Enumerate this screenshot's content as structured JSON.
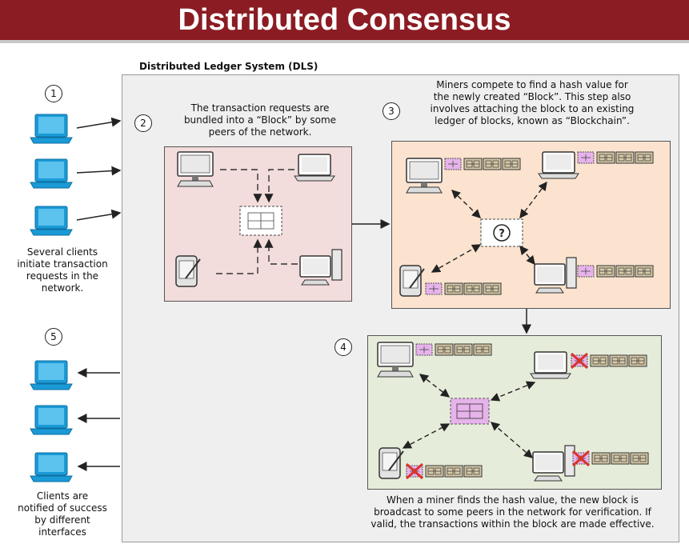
{
  "header": {
    "title": "Distributed Consensus",
    "bg_color": "#8b1c23"
  },
  "dls_label": "Distributed Ledger System (DLS)",
  "steps": {
    "s1": "1",
    "s2": "2",
    "s3": "3",
    "s4": "4",
    "s5": "5"
  },
  "clients_initiate": [
    "Several clients",
    "initiate transaction",
    "requests in the",
    "network."
  ],
  "clients_notified": [
    "Clients are",
    "notified of success",
    "by different",
    "interfaces"
  ],
  "step2_text": [
    "The transaction requests are",
    "bundled into a “Block” by some",
    "peers of the network."
  ],
  "step3_text": [
    "Miners compete to find a hash value for",
    "the newly created “Block”. This step also",
    "involves attaching the block to an existing",
    "ledger of blocks, known as “Blockchain”."
  ],
  "step4_text": [
    "When a miner finds the hash value, the new block is",
    "broadcast to some peers in the network for verification. If",
    "valid, the transactions within the block are made effective."
  ],
  "hash_symbol": "?",
  "colors": {
    "laptop": "#1a9ad6",
    "step2_box": "#f3dcdc",
    "step3_box": "#fbe3cf",
    "step4_box": "#e6ecda",
    "block_new": "#e6b3ea",
    "block_chain": "#d6c9a8",
    "reject_mark": "#d9342b"
  },
  "icons": [
    "laptop-icon",
    "desktop-computer-icon",
    "tablet-icon",
    "block-icon",
    "blockchain-icon",
    "reject-x-icon"
  ]
}
